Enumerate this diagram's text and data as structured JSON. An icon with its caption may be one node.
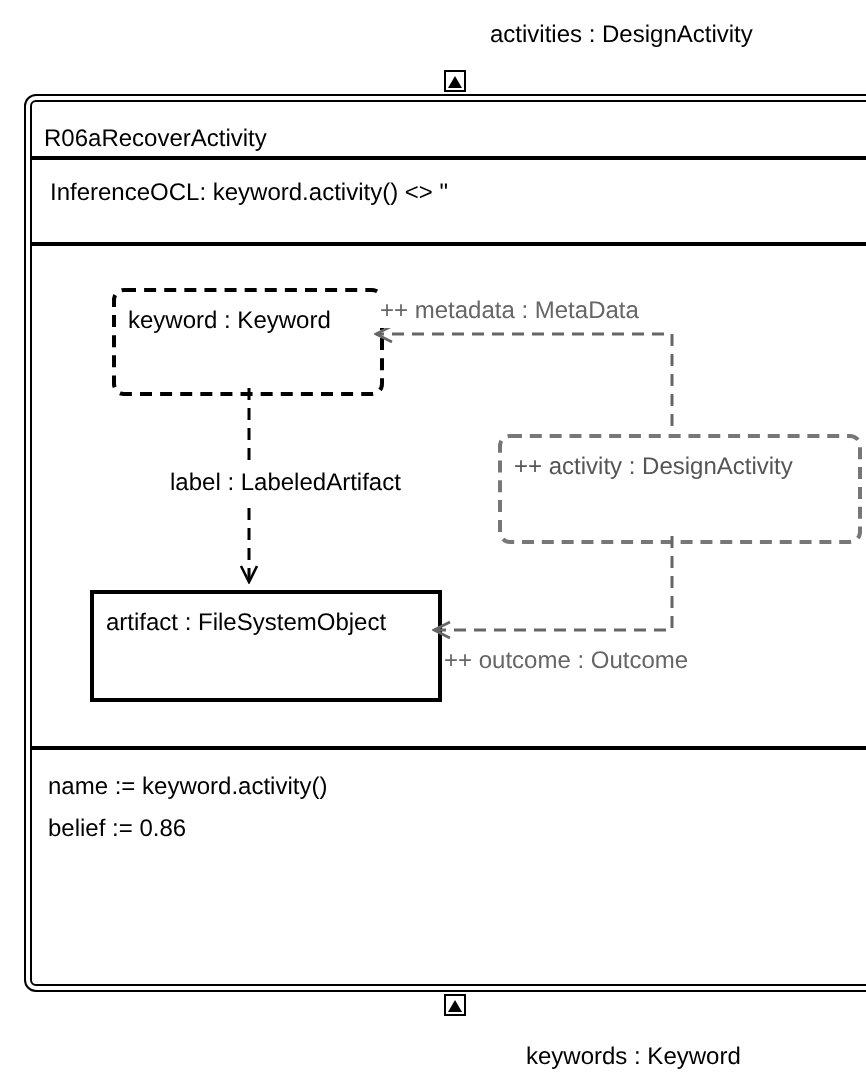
{
  "diagram": {
    "nodes": [
      {
        "text": [
          "R06aRecoverActivity",
          "InferenceOCL: keyword.activity() <> \"",
          "name := keyword.activity()",
          "belief := 0.86"
        ]
      },
      {
        "text": [
          "keyword : Keyword"
        ],
        "in": 0
      },
      {
        "text": [
          "++ activity : DesignActivity"
        ],
        "in": 0
      },
      {
        "text": [
          "artifact : FileSystemObject"
        ],
        "in": 0
      },
      {
        "text": [],
        "shape": "box",
        "beside": [
          "activities : DesignActivity"
        ]
      },
      {
        "text": [],
        "shape": "box",
        "beside": [
          "keywords : Keyword"
        ]
      }
    ],
    "edges": [
      {
        "from": 1,
        "to": 3,
        "arrow": "to",
        "label": "label : LabeledArtifact",
        "style": "dashed",
        "color": "#000000"
      },
      {
        "from": 2,
        "to": 1,
        "arrow": "to",
        "label": "++ metadata : MetaData",
        "style": "dashed",
        "color": "#666666"
      },
      {
        "from": 2,
        "to": 3,
        "arrow": "to",
        "label": "++ outcome : Outcome",
        "style": "dashed",
        "color": "#666666"
      }
    ]
  }
}
